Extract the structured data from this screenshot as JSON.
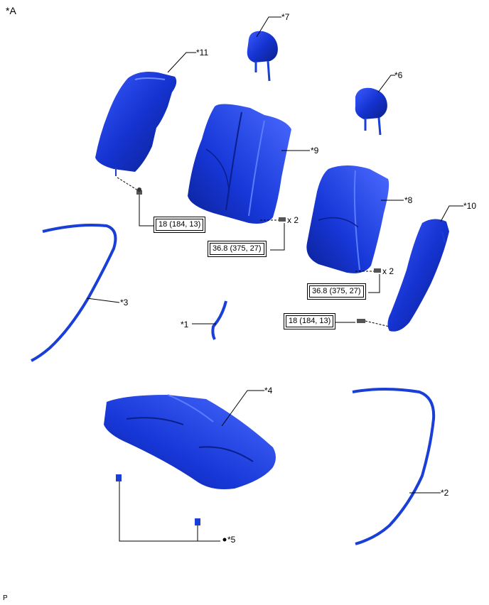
{
  "view_label": "*A",
  "corner_code": "P",
  "callouts": {
    "c1": "*1",
    "c2": "*2",
    "c3": "*3",
    "c4": "*4",
    "c5": "*5",
    "c6": "*6",
    "c7": "*7",
    "c8": "*8",
    "c9": "*9",
    "c10": "*10",
    "c11": "*11"
  },
  "torques": {
    "t11": "18 (184, 13)",
    "t9": "36.8 (375, 27)",
    "t8": "36.8 (375, 27)",
    "t10": "18 (184, 13)"
  },
  "quantities": {
    "q9": "x 2",
    "q8": "x 2"
  },
  "colors": {
    "part_fill": "#1a3fd6",
    "part_dark": "#0a1f8a",
    "part_light": "#5b7cff",
    "line": "#000000"
  }
}
